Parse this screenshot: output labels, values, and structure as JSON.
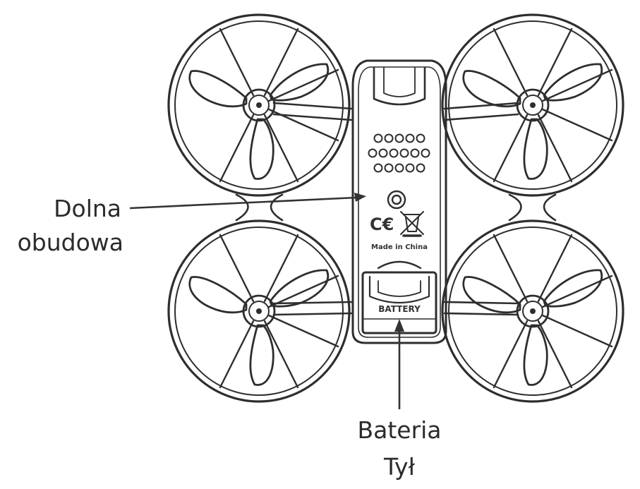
{
  "labels": {
    "bottom_shell_line1": "Dolna",
    "bottom_shell_line2": "obudowa",
    "battery": "Bateria",
    "view": "Tył"
  },
  "body_markings": {
    "ce": "C€",
    "made_in": "Made in China",
    "battery_tag": "BATTERY"
  },
  "colors": {
    "stroke": "#2e2e2e",
    "text": "#2b2b2b"
  }
}
